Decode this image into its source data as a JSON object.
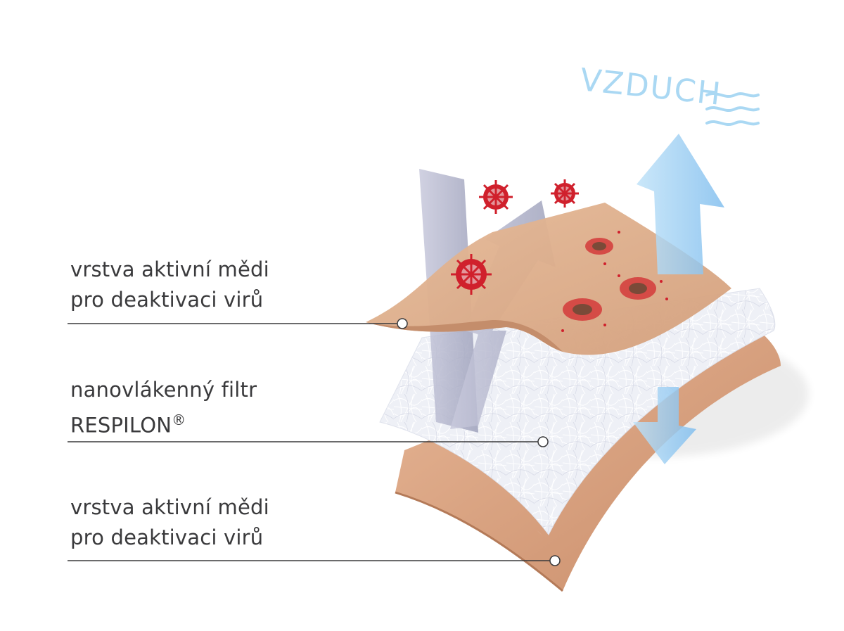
{
  "air": {
    "label": "VZDUCH"
  },
  "layers": [
    {
      "line1": "vrstva aktivní mědi",
      "line2": "pro deaktivaci virů"
    },
    {
      "line1": "nanovlákenný filtr",
      "line2": "RESPILON",
      "mark": "®"
    },
    {
      "line1": "vrstva aktivní mědi",
      "line2": "pro deaktivaci virů"
    }
  ],
  "colors": {
    "copper_top": "#dcae8c",
    "copper_bottom": "#d9a27e",
    "filter": "#eef0f6",
    "air_arrow": "#8cc6f0",
    "grey_arrow": "#a6a9bf",
    "virus": "#d0202c",
    "text": "#3a3a3c",
    "air_text": "#aad8f3"
  }
}
